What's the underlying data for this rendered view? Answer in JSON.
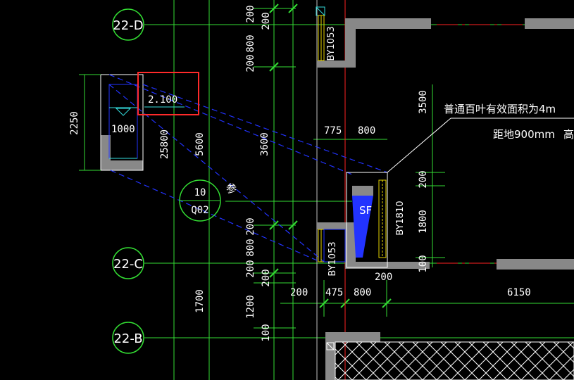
{
  "axes": [
    {
      "id": "22-D",
      "label": "22-D"
    },
    {
      "id": "22-C",
      "label": "22-C"
    },
    {
      "id": "22-B",
      "label": "22-B"
    }
  ],
  "section_mark": {
    "number": "10",
    "sheet": "Q02",
    "ref_char": "参"
  },
  "elevation_label": "2.100",
  "left_dims": {
    "height": "2250",
    "width": "1000",
    "d1": "25800",
    "d2": "5600",
    "d3": "3600",
    "d4": "1700"
  },
  "column_dims": [
    "200",
    "200",
    "800",
    "200",
    "200",
    "800",
    "200",
    "200",
    "1200",
    "100"
  ],
  "window_tags": {
    "top": "BY1053",
    "mid": "BY1053",
    "right": "BY1810",
    "sf": "SF"
  },
  "right_dims": {
    "w1": "775",
    "w2": "800",
    "h1": "3500",
    "h2": "200",
    "h3": "1800",
    "h4": "100"
  },
  "bottom_dims": [
    "200",
    "475",
    "800",
    "6150",
    "200"
  ],
  "annotation": {
    "line1": "普通百叶有效面积为4m",
    "line2": "距地900mm",
    "line3_partial": "高"
  },
  "colors": {
    "grid_green": "#33dd33",
    "wall_gray": "#888888",
    "red_line": "#ff2222",
    "blue_dash": "#2233ff",
    "cyan": "#33dddd",
    "yellow": "#e6d400",
    "highlight": "#ff2a2a"
  }
}
